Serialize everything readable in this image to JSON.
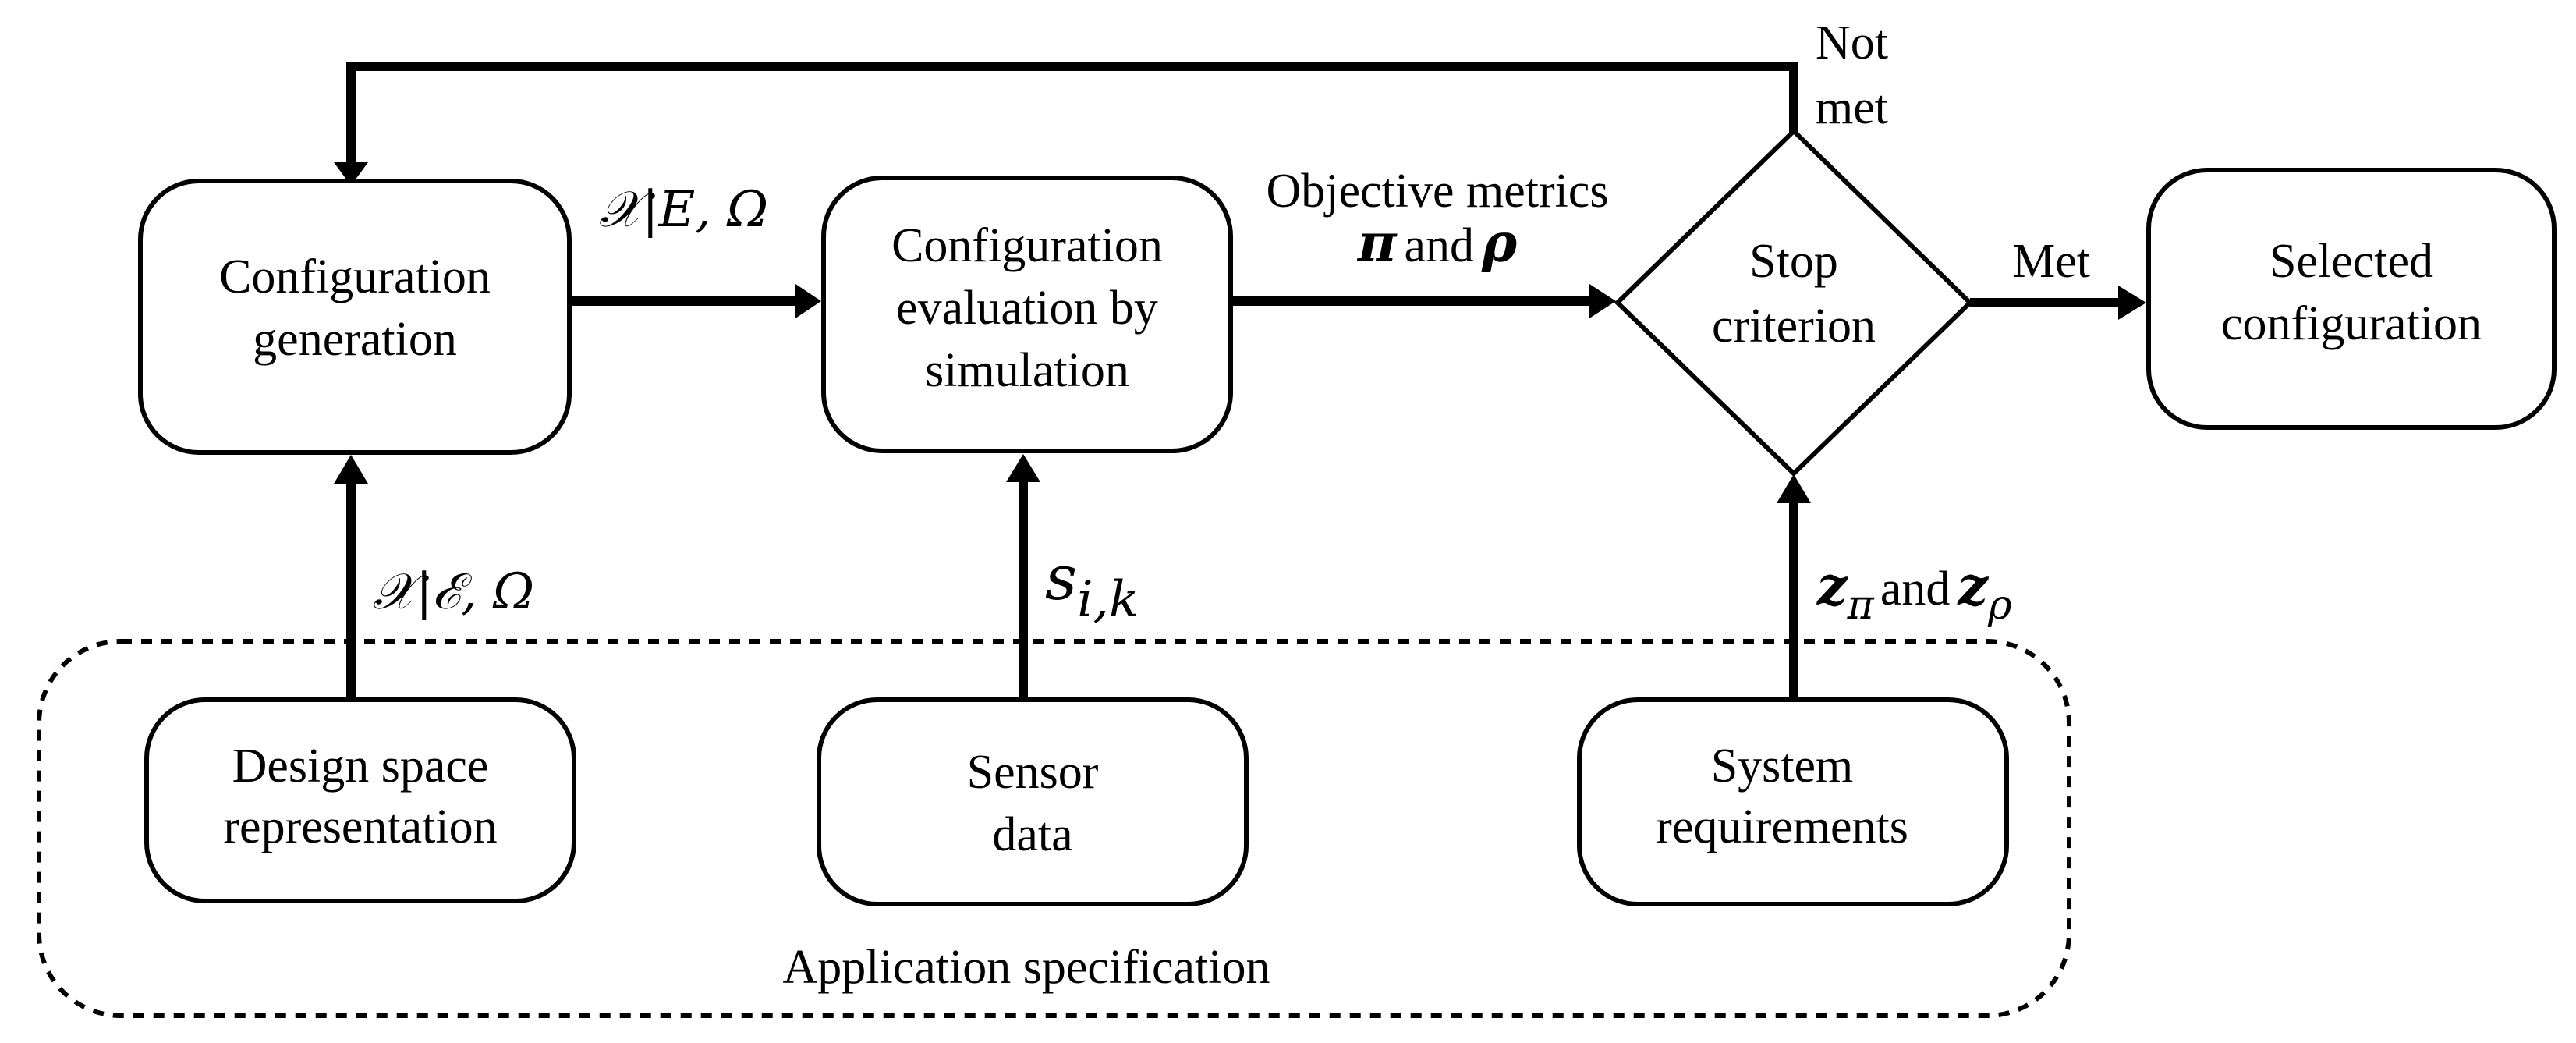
{
  "nodes": {
    "config_generation": {
      "line1": "Configuration",
      "line2": "generation"
    },
    "config_evaluation": {
      "line1": "Configuration",
      "line2": "evaluation by",
      "line3": "simulation"
    },
    "stop_criterion": {
      "line1": "Stop",
      "line2": "criterion"
    },
    "selected_config": {
      "line1": "Selected",
      "line2": "configuration"
    },
    "design_space": {
      "line1": "Design space",
      "line2": "representation"
    },
    "sensor_data": {
      "line1": "Sensor",
      "line2": "data"
    },
    "system_requirements": {
      "line1": "System",
      "line2": "requirements"
    }
  },
  "edges": {
    "generation_to_evaluation": "𝒳|E, Ω",
    "evaluation_to_stop": {
      "line1": "Objective metrics",
      "pi": "π",
      "and": "and",
      "rho": "ρ"
    },
    "stop_met": "Met",
    "stop_not_met": {
      "line1": "Not",
      "line2": "met"
    },
    "design_to_generation": "𝒳|ℰ, Ω",
    "sensor_to_evaluation": "s",
    "sensor_subscript": "i,k",
    "requirements_to_stop": {
      "z1": "z",
      "sub1": "π",
      "and": "and",
      "z2": "z",
      "sub2": "ρ"
    }
  },
  "container": {
    "label": "Application specification"
  }
}
